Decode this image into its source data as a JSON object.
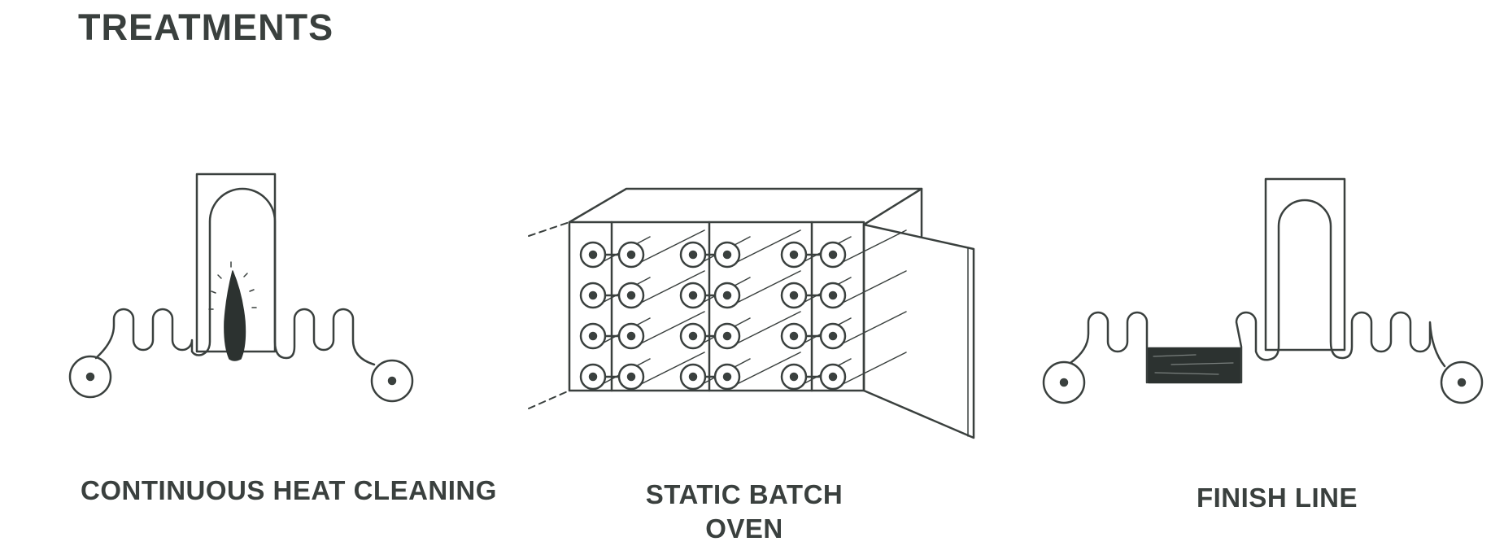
{
  "page": {
    "title": "TREATMENTS"
  },
  "treatments": [
    {
      "id": "continuous-heat-cleaning",
      "lines": [
        "CONTINUOUS HEAT CLEANING"
      ],
      "icon": "flame-icon"
    },
    {
      "id": "static-batch-oven",
      "lines": [
        "STATIC BATCH",
        "OVEN"
      ],
      "icon": "oven-icon"
    },
    {
      "id": "finish-line",
      "lines": [
        "FINISH LINE"
      ],
      "icon": "bath-icon"
    }
  ],
  "oven": {
    "rows": 4,
    "spool_pairs_per_row": 3
  },
  "colors": {
    "ink": "#3a403e",
    "fill_dark": "#2c3230"
  }
}
